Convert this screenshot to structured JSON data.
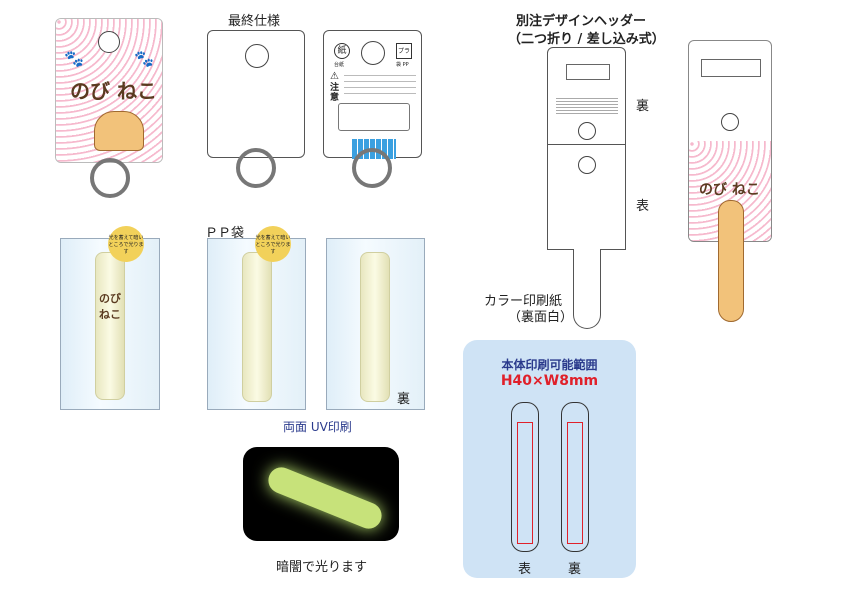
{
  "product": {
    "name": "のび ねこ",
    "tag_text": "光を蓄えて暗いところで光ります"
  },
  "titles": {
    "final_spec": "最終仕様",
    "custom_header": "別注デザインヘッダー",
    "custom_header_sub": "（二つ折り / 差し込み式）"
  },
  "labels": {
    "pp_bag": "ＰＰ袋",
    "back": "裏",
    "front": "表",
    "uv_print": "両面 UV印刷",
    "glow": "暗闇で光ります",
    "paper": "カラー印刷紙",
    "paper_sub": "（裏面白）"
  },
  "card_back": {
    "paper_mark": "紙",
    "paper_label": "台紙",
    "pp_mark": "プラ",
    "pp_label": "袋 PP",
    "warning": "注意"
  },
  "print_area": {
    "title": "本体印刷可能範囲",
    "size": "H40×W8mm",
    "front": "表",
    "back": "裏"
  },
  "colors": {
    "uv_text": "#2a3a8c",
    "size_text": "#e0202a",
    "area_bg": "#cfe3f5",
    "pink": "#f6b9cd",
    "cat": "#f2c27a"
  }
}
